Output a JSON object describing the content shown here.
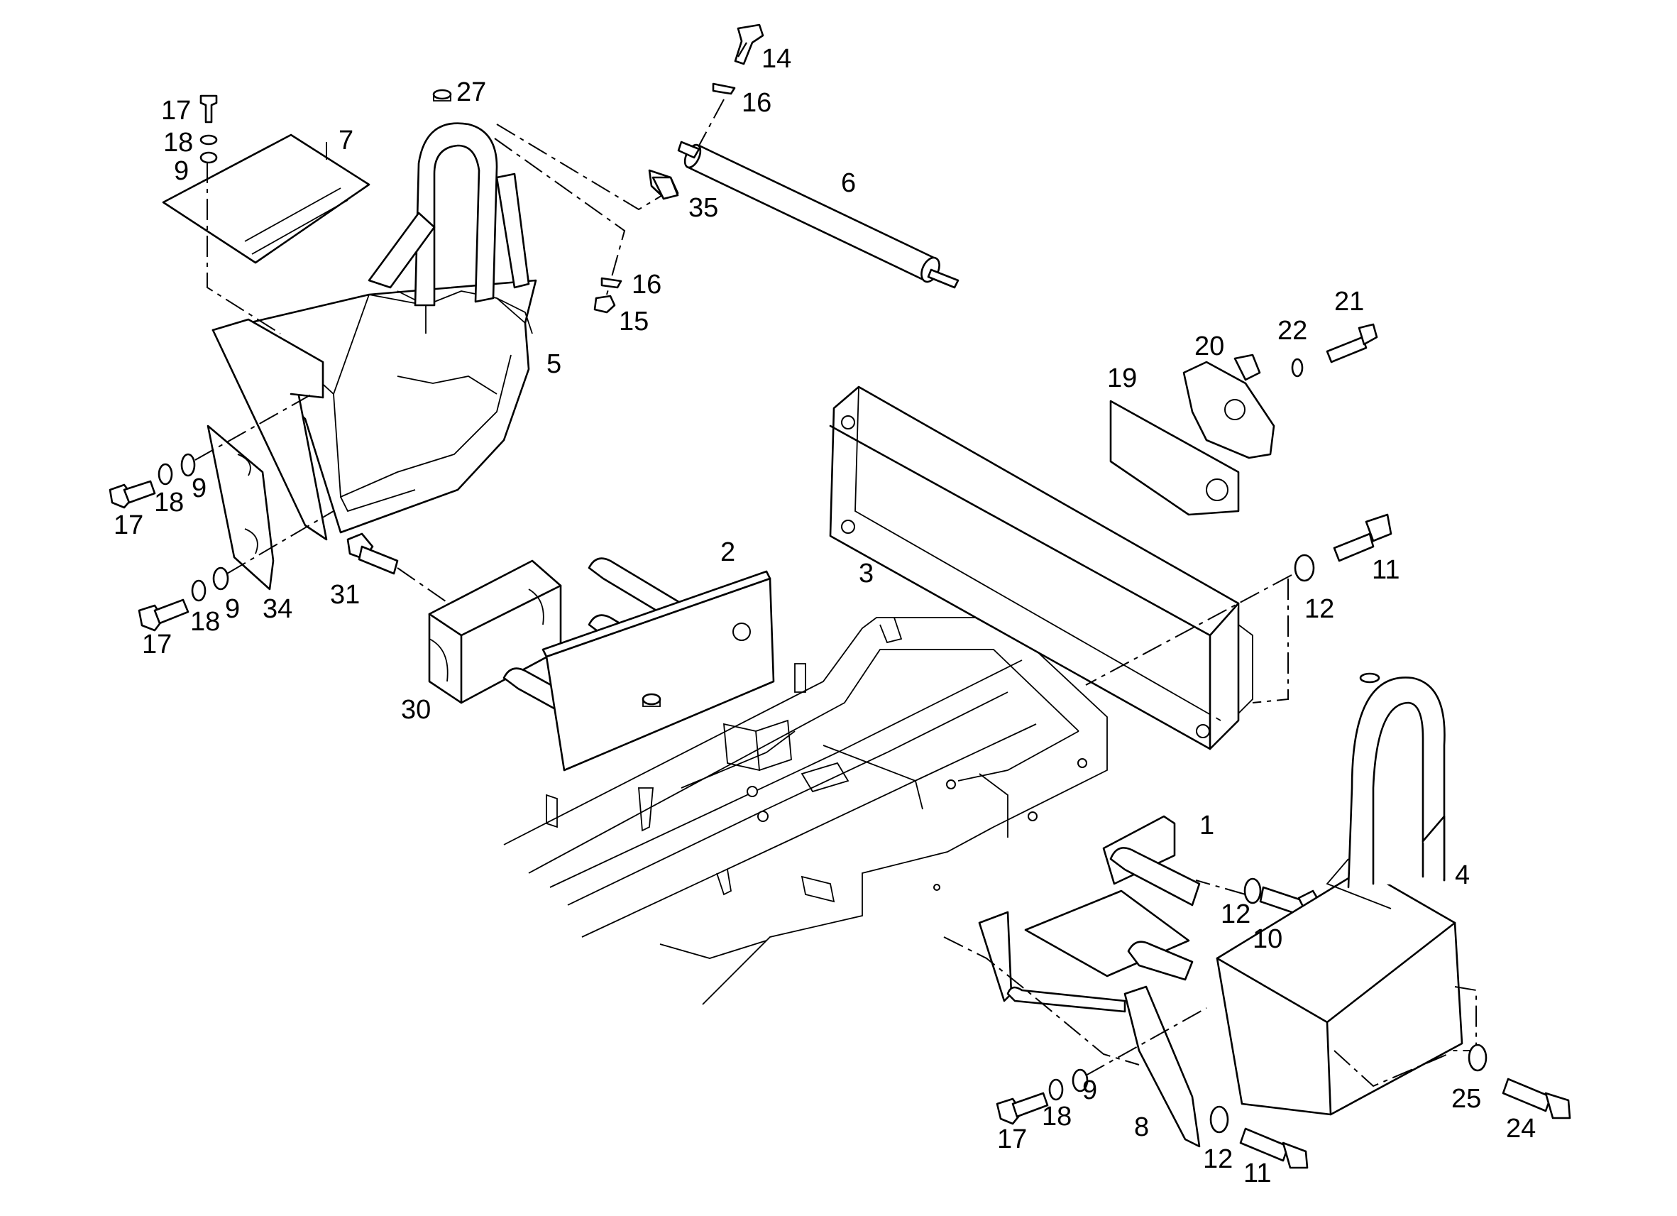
{
  "diagram": {
    "line_color": "#000000",
    "background": "#ffffff",
    "callouts": [
      "1",
      "2",
      "3",
      "4",
      "5",
      "6",
      "7",
      "8",
      "9",
      "10",
      "11",
      "12",
      "14",
      "15",
      "16",
      "17",
      "18",
      "19",
      "20",
      "21",
      "22",
      "24",
      "25",
      "27",
      "30",
      "31",
      "34",
      "35"
    ],
    "labels": {
      "l1": "1",
      "l2": "2",
      "l3": "3",
      "l4": "4",
      "l5": "5",
      "l6": "6",
      "l7": "7",
      "l8": "8",
      "l9a": "9",
      "l9b": "9",
      "l9c": "9",
      "l9d": "9",
      "l10": "10",
      "l11a": "11",
      "l11b": "11",
      "l12a": "12",
      "l12b": "12",
      "l12c": "12",
      "l14": "14",
      "l15": "15",
      "l16a": "16",
      "l16b": "16",
      "l17a": "17",
      "l17b": "17",
      "l17c": "17",
      "l17d": "17",
      "l18a": "18",
      "l18b": "18",
      "l18c": "18",
      "l18d": "18",
      "l19": "19",
      "l20": "20",
      "l21": "21",
      "l22": "22",
      "l24": "24",
      "l25": "25",
      "l27": "27",
      "l30": "30",
      "l31": "31",
      "l34": "34",
      "l35": "35"
    }
  }
}
